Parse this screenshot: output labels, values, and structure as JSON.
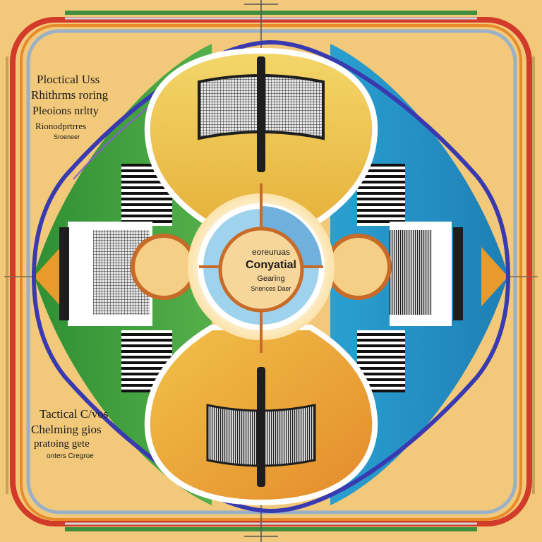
{
  "top_left_labels": [
    "Ploctical Uss",
    "Rhithrms roring",
    "Pleoions nrltty",
    "Rionodprtrres",
    "Sroeneer"
  ],
  "bottom_left_labels": [
    "Tactical C/vos",
    "Chelming gios",
    "pratoing gete",
    "onters Cregroe"
  ],
  "center_labels": [
    "eoreuruas",
    "Conyatial",
    "Gearing",
    "Snences Daer"
  ],
  "colors": {
    "background": "#f2c97a",
    "left_panel": "#3a9a3c",
    "right_panel": "#2f9fc8",
    "frame_outline": "#3a3ab0",
    "lobe_gold": "#e8b640",
    "center_ring": "#c86a28",
    "center_fill": "#9fd2ec"
  }
}
